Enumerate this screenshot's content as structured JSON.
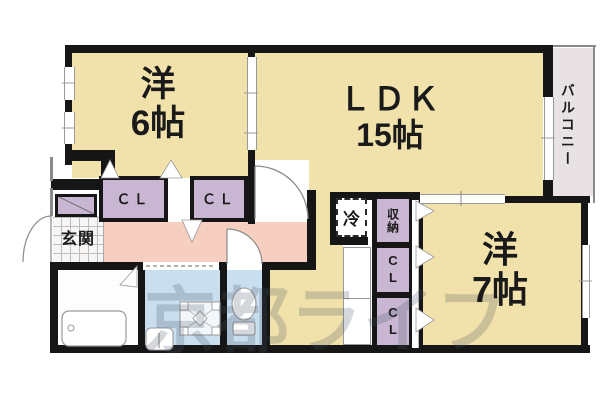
{
  "rooms": {
    "western6": {
      "kanji": "洋",
      "size": "6帖"
    },
    "ldk": {
      "name": "ＬＤＫ",
      "size": "15帖"
    },
    "western7": {
      "kanji": "洋",
      "size": "7帖"
    },
    "balcony": {
      "label": "バルコニー"
    },
    "entrance": {
      "label": "玄関"
    },
    "fridge": {
      "label": "冷"
    },
    "storage": {
      "label": "収納"
    },
    "closet_left": {
      "label": "ＣＬ"
    },
    "closet_right": {
      "label": "ＣＬ"
    },
    "storage_cl_upper": {
      "label": "CL"
    },
    "storage_cl_lower": {
      "label": "CL"
    }
  },
  "watermark": {
    "text": "京都ライフ"
  },
  "colors": {
    "room": "#f1e1ab",
    "closet": "#c8b6d2",
    "hall": "#f7cfc0",
    "wet": "#c9dff0",
    "balcony": "#e9e2e5",
    "tile_bg": "#f7f6f4",
    "wall": "#161616",
    "watermark": "rgba(70,80,100,0.23)"
  }
}
